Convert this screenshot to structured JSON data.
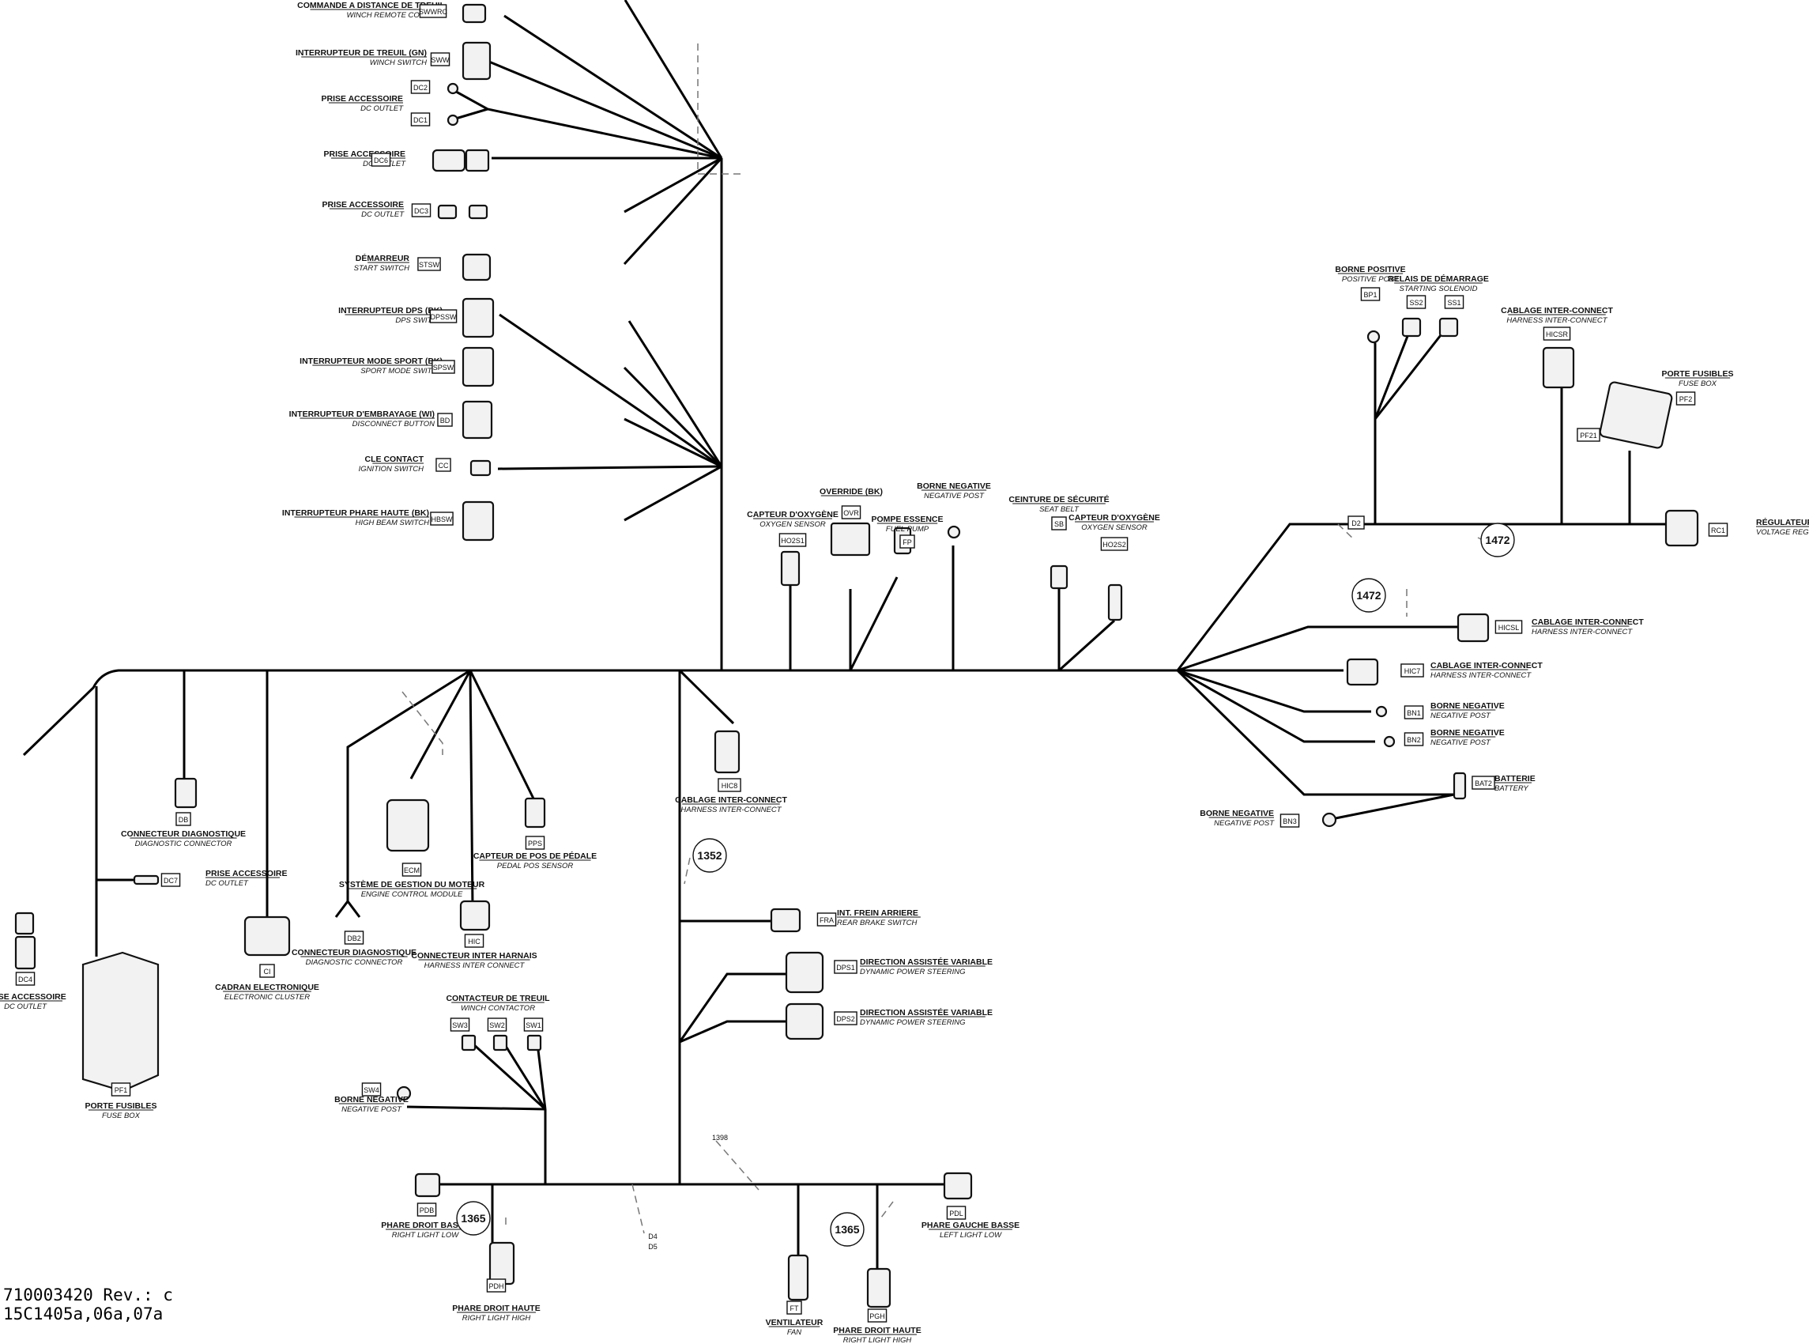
{
  "diagram": {
    "components": [
      {
        "code": "SWWRC",
        "fr": "COMMANDE A DISTANCE DE TREUIL",
        "en": "WINCH REMOTE CONTROL"
      },
      {
        "code": "SWW",
        "fr": "INTERRUPTEUR DE TREUIL (GN)",
        "en": "WINCH SWITCH"
      },
      {
        "code": "DC2",
        "fr": "PRISE ACCESSOIRE",
        "en": "DC OUTLET"
      },
      {
        "code": "DC1",
        "fr": "",
        "en": ""
      },
      {
        "code": "DC6",
        "fr": "PRISE ACCESSOIRE",
        "en": "DC OUTLET"
      },
      {
        "code": "DC3",
        "fr": "PRISE ACCESSOIRE",
        "en": "DC OUTLET"
      },
      {
        "code": "STSW",
        "fr": "DÉMARREUR",
        "en": "START SWITCH"
      },
      {
        "code": "DPSSW",
        "fr": "INTERRUPTEUR DPS (BK)",
        "en": "DPS SWITCH"
      },
      {
        "code": "SPSW",
        "fr": "INTERRUPTEUR MODE SPORT (BK)",
        "en": "SPORT MODE SWITCH"
      },
      {
        "code": "BD",
        "fr": "INTERRUPTEUR D'EMBRAYAGE (WI)",
        "en": "DISCONNECT BUTTON"
      },
      {
        "code": "CC",
        "fr": "CLE CONTACT",
        "en": "IGNITION SWITCH"
      },
      {
        "code": "HBSW",
        "fr": "INTERRUPTEUR PHARE HAUTE (BK)",
        "en": "HIGH BEAM SWITCH"
      },
      {
        "code": "HO2S1",
        "fr": "CAPTEUR D'OXYGÈNE",
        "en": "OXYGEN SENSOR"
      },
      {
        "code": "OVR",
        "fr": "OVERRIDE (BK)",
        "en": ""
      },
      {
        "code": "FP",
        "fr": "POMPE ESSENCE",
        "en": "FUEL PUMP"
      },
      {
        "code": "",
        "fr": "BORNE NEGATIVE",
        "en": "NEGATIVE POST"
      },
      {
        "code": "SB",
        "fr": "CEINTURE DE SÉCURITÉ",
        "en": "SEAT BELT"
      },
      {
        "code": "HO2S2",
        "fr": "CAPTEUR D'OXYGÈNE",
        "en": "OXYGEN SENSOR"
      },
      {
        "code": "BP1",
        "fr": "BORNE POSITIVE",
        "en": "POSITIVE POST"
      },
      {
        "code": "SS2",
        "fr": "RELAIS DE DÉMARRAGE",
        "en": "STARTING SOLENOID"
      },
      {
        "code": "SS1",
        "fr": "",
        "en": ""
      },
      {
        "code": "HICSR",
        "fr": "CABLAGE INTER-CONNECT",
        "en": "HARNESS INTER-CONNECT"
      },
      {
        "code": "PF2",
        "fr": "PORTE FUSIBLES",
        "en": "FUSE BOX"
      },
      {
        "code": "PF21",
        "fr": "",
        "en": ""
      },
      {
        "code": "RC1",
        "fr": "RÉGULATEUR DE VOLTAGE",
        "en": "VOLTAGE REGULATOR"
      },
      {
        "code": "HICSL",
        "fr": "CABLAGE INTER-CONNECT",
        "en": "HARNESS INTER-CONNECT"
      },
      {
        "code": "HIC7",
        "fr": "CABLAGE INTER-CONNECT",
        "en": "HARNESS INTER-CONNECT"
      },
      {
        "code": "BN1",
        "fr": "BORNE NEGATIVE",
        "en": "NEGATIVE POST"
      },
      {
        "code": "BN2",
        "fr": "BORNE NEGATIVE",
        "en": "NEGATIVE POST"
      },
      {
        "code": "BAT2",
        "fr": "BATTERIE",
        "en": "BATTERY"
      },
      {
        "code": "BN3",
        "fr": "BORNE NEGATIVE",
        "en": "NEGATIVE POST"
      },
      {
        "code": "DB",
        "fr": "CONNECTEUR DIAGNOSTIQUE",
        "en": "DIAGNOSTIC CONNECTOR"
      },
      {
        "code": "DC7",
        "fr": "PRISE ACCESSOIRE",
        "en": "DC OUTLET"
      },
      {
        "code": "DC4",
        "fr": "PRISE ACCESSOIRE",
        "en": "DC OUTLET"
      },
      {
        "code": "PF1",
        "fr": "PORTE FUSIBLES",
        "en": "FUSE BOX"
      },
      {
        "code": "CI",
        "fr": "CADRAN ELECTRONIQUE",
        "en": "ELECTRONIC CLUSTER"
      },
      {
        "code": "DB2",
        "fr": "CONNECTEUR DIAGNOSTIQUE",
        "en": "DIAGNOSTIC CONNECTOR"
      },
      {
        "code": "ECM",
        "fr": "SYSTÈME DE GESTION DU MOTEUR",
        "en": "ENGINE CONTROL MODULE"
      },
      {
        "code": "HIC",
        "fr": "CONNECTEUR INTER HARNAIS",
        "en": "HARNESS INTER CONNECT"
      },
      {
        "code": "PPS",
        "fr": "CAPTEUR DE POS DE PÉDALE",
        "en": "PEDAL POS SENSOR"
      },
      {
        "code": "HIC8",
        "fr": "CABLAGE INTER-CONNECT",
        "en": "HARNESS INTER-CONNECT"
      },
      {
        "code": "FRA",
        "fr": "INT. FREIN ARRIERE",
        "en": "REAR BRAKE SWITCH"
      },
      {
        "code": "DPS1",
        "fr": "DIRECTION ASSISTÉE VARIABLE",
        "en": "DYNAMIC POWER STEERING"
      },
      {
        "code": "DPS2",
        "fr": "DIRECTION ASSISTÉE VARIABLE",
        "en": "DYNAMIC POWER STEERING"
      },
      {
        "code": "SW3",
        "fr": "",
        "en": ""
      },
      {
        "code": "SW2",
        "fr": "CONTACTEUR DE TREUIL",
        "en": "WINCH CONTACTOR"
      },
      {
        "code": "SW1",
        "fr": "",
        "en": ""
      },
      {
        "code": "SW4",
        "fr": "BORNE NEGATIVE",
        "en": "NEGATIVE POST"
      },
      {
        "code": "PDL",
        "fr": "PHARE GAUCHE BASSE",
        "en": "LEFT LIGHT LOW"
      },
      {
        "code": "PDB",
        "fr": "PHARE DROIT BASSE",
        "en": "RIGHT LIGHT LOW"
      },
      {
        "code": "PDH",
        "fr": "PHARE DROIT HAUTE",
        "en": "RIGHT LIGHT HIGH"
      },
      {
        "code": "FT",
        "fr": "VENTILATEUR",
        "en": "FAN"
      },
      {
        "code": "PGH",
        "fr": "PHARE DROIT HAUTE",
        "en": "RIGHT LIGHT HIGH"
      }
    ],
    "refs": [
      "1472",
      "1472",
      "1352",
      "1365",
      "1365",
      "1398"
    ],
    "wire_tags": [
      "D2",
      "D4",
      "D5"
    ]
  },
  "footer": {
    "line1": "710003420 Rev.: c",
    "line2": "15C1405a,06a,07a"
  }
}
